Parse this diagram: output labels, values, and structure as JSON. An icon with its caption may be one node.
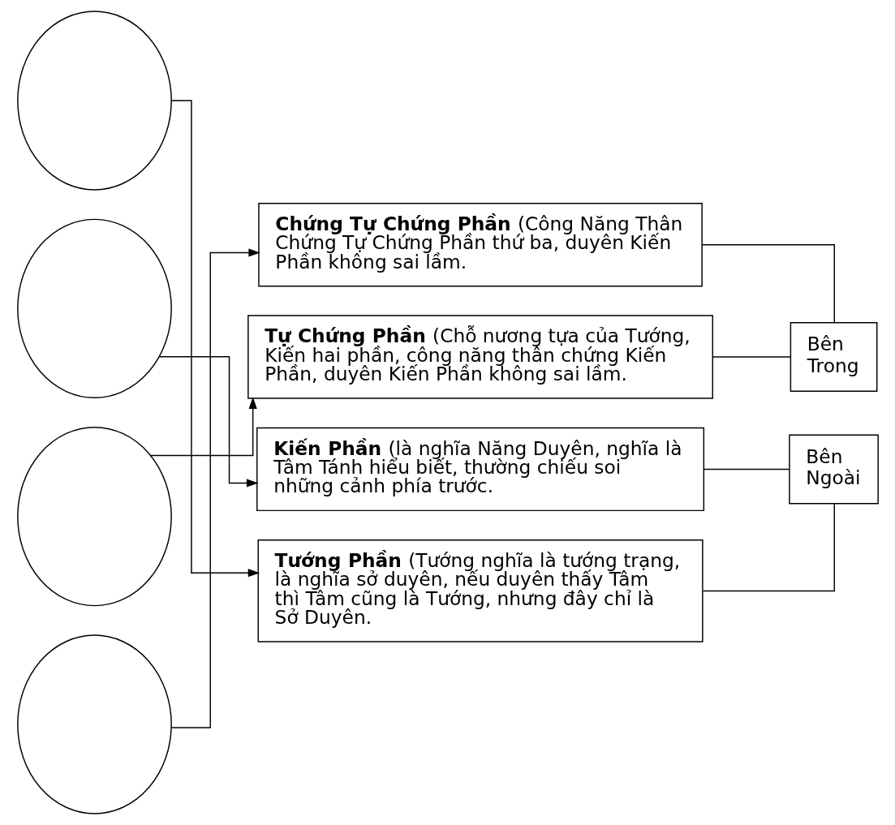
{
  "diagram": {
    "nodes": [
      {
        "text": [],
        "shape": "ellipse"
      },
      {
        "text": [],
        "shape": "ellipse"
      },
      {
        "text": [],
        "shape": "ellipse"
      },
      {
        "text": [],
        "shape": "ellipse"
      },
      {
        "text": [
          "**Chứng Tự Chứng Phần** (Công Năng Thân Chứng Tự Chứng Phần thứ ba, duyên Kiến Phần không sai lầm."
        ]
      },
      {
        "text": [
          "**Tự Chứng Phần** (Chỗ nương tựa của Tướng, Kiến hai phần, công năng thân chứng Kiến Phần, duyên Kiến Phần không sai lầm."
        ]
      },
      {
        "text": [
          "**Kiến Phần** (là nghĩa Năng Duyên, nghĩa là Tâm Tánh hiểu biết, thường chiếu soi những cảnh phía trước."
        ]
      },
      {
        "text": [
          "**Tướng Phần** (Tướng nghĩa là tướng trạng, là nghĩa sở duyên, nếu duyên thấy Tâm thì Tâm cũng là Tướng, nhưng đây chỉ là Sở Duyên."
        ]
      },
      {
        "text": [
          "Bên Trong"
        ]
      },
      {
        "text": [
          "Bên Ngoài"
        ]
      }
    ],
    "edges": [
      {
        "from": 3,
        "to": 4,
        "arrow": "to"
      },
      {
        "from": 2,
        "to": 5,
        "arrow": "to"
      },
      {
        "from": 1,
        "to": 6,
        "arrow": "to"
      },
      {
        "from": 0,
        "to": 7,
        "arrow": "to"
      },
      {
        "from": 4,
        "to": 8,
        "arrow": "none"
      },
      {
        "from": 5,
        "to": 8,
        "arrow": "none"
      },
      {
        "from": 6,
        "to": 9,
        "arrow": "none"
      },
      {
        "from": 7,
        "to": 9,
        "arrow": "none"
      }
    ]
  }
}
